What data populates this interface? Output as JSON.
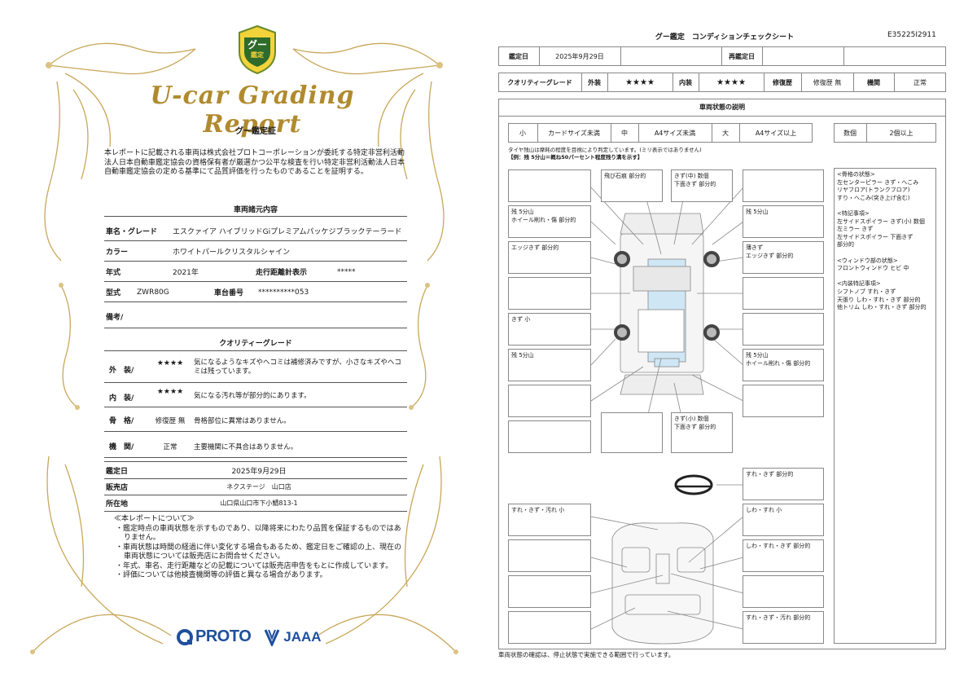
{
  "logo": {
    "text": "グー",
    "sub": "鑑定"
  },
  "report_title": "U-car Grading Report",
  "cert": {
    "title": "グー鑑定証",
    "body": "本レポートに記載される車両は株式会社プロトコーポレーションが委託する特定非営利活動法人日本自動車鑑定協会の資格保有者が厳選かつ公平な検査を行い特定非営利活動法人日本自動車鑑定協会の定める基準にて品質評価を行ったものであることを証明する。"
  },
  "specs": {
    "title": "車両諸元内容",
    "name_label": "車名・グレード",
    "name_value": "エスクァイア ハイブリッドGiプレミアムパッケジブラックテーラード",
    "color_label": "カラー",
    "color_value": "ホワイトパールクリスタルシャイン",
    "year_label": "年式",
    "year_value": "2021年",
    "mileage_label": "走行距離計表示",
    "mileage_value": "*****",
    "model_label": "型式",
    "model_value": "ZWR80G",
    "chassis_label": "車台番号",
    "chassis_value": "**********053",
    "remarks_label": "備考/"
  },
  "quality": {
    "title": "クオリティーグレード",
    "exterior_label": "外　装/",
    "exterior_stars": "★★★★",
    "exterior_text": "気になるようなキズやヘコミは補修済みですが、小さなキズやヘコミは残っています。",
    "interior_label": "内　装/",
    "interior_stars": "★★★★",
    "interior_text": "気になる汚れ等が部分的にあります。",
    "frame_label": "骨　格/",
    "frame_value": "修復歴 無",
    "frame_text": "骨格部位に異常はありません。",
    "engine_label": "機　関/",
    "engine_value": "正常",
    "engine_text": "主要機関に不具合はありません。"
  },
  "appraisal": {
    "date_label": "鑑定日",
    "date_value": "2025年9月29日",
    "shop_label": "販売店",
    "shop_value": "ネクステージ　山口店",
    "addr_label": "所在地",
    "addr_value": "山口県山口市下小鯖813-1"
  },
  "notes": {
    "title": "≪本レポートについて≫",
    "items": [
      "鑑定時点の車両状態を示すものであり、以降将来にわたり品質を保証するものではありません。",
      "車両状態は時間の経過に伴い変化する場合もあるため、鑑定日をご確認の上、現在の車両状態については販売店にお問合せください。",
      "年式、車名、走行距離などの記載については販売店申告をもとに作成しています。",
      "評価については他検査機関等の評価と異なる場合があります。"
    ]
  },
  "footer_logos": {
    "proto": "PROTO",
    "jaaa": "JAAA"
  },
  "sheet": {
    "title": "グー鑑定　コンディションチェックシート",
    "id": "E35225I2911",
    "date_label": "鑑定日",
    "date_value": "2025年9月29日",
    "reapp_label": "再鑑定日",
    "reapp_value": "",
    "grade_label": "クオリティーグレード",
    "ext_label": "外装",
    "ext_stars": "★★★★",
    "int_label": "内装",
    "int_stars": "★★★★",
    "repair_label": "修復歴",
    "repair_value": "修復歴 無",
    "engine_label": "機関",
    "engine_value": "正常",
    "condition_title": "車両状態の説明",
    "size_small": "小",
    "size_small_desc": "カードサイズ未満",
    "size_mid": "中",
    "size_mid_desc": "A4サイズ未満",
    "size_large": "大",
    "size_large_desc": "A4サイズ以上",
    "count_label": "数個",
    "count_desc": "2個以上",
    "tire_note1": "タイヤ残山は摩耗の程度を目視により判定しています。(ミリ表示ではありません)",
    "tire_note2": "【例：残 5分山＝概ね50パーセント程度残り溝を示す】",
    "footer": "車両状態の確認は、停止状態で実施できる範囲で行っています。",
    "boxes": {
      "top2": "飛び石痕 部分的",
      "top3a": "きず(中) 数個",
      "top3b": "下面きず 部分的",
      "l2a": "残 5分山",
      "l2b": "ホイール削れ・傷 部分的",
      "r2": "残 5分山",
      "l3": "エッジきず 部分的",
      "r3a": "薄きず",
      "r3b": "エッジきず 部分的",
      "l6": "きず 小",
      "l7": "残 5分山",
      "r7a": "残 5分山",
      "r7b": "ホイール削れ・傷 部分的",
      "b3a": "きず(小) 数個",
      "b3b": "下面きず 部分的",
      "steer": "すれ・きず 部分的",
      "il1": "すれ・きず・汚れ 小",
      "ir1": "しわ・すれ 小",
      "ir2": "しわ・すれ・きず 部分的",
      "ir4": "すれ・きず・汚れ 部分的"
    },
    "side_notes": [
      "<骨格の状態>",
      "左センターピラー きず・へこみ",
      "リヤフロア(トランクフロア)",
      "すり・へこみ(突き上げ含む)",
      "",
      "<特記事項>",
      "左サイドスポイラー きず(小) 数個",
      "左ミラー きず",
      "左サイドスポイラー 下面きず",
      "部分的",
      "",
      "<ウィンドウ部の状態>",
      "フロントウィンドウ ヒビ 中",
      "",
      "<内装特記事項>",
      "シフトノブ すれ・きず",
      "天張り しわ・すれ・きず 部分的",
      "他トリム しわ・すれ・きず 部分的"
    ]
  }
}
